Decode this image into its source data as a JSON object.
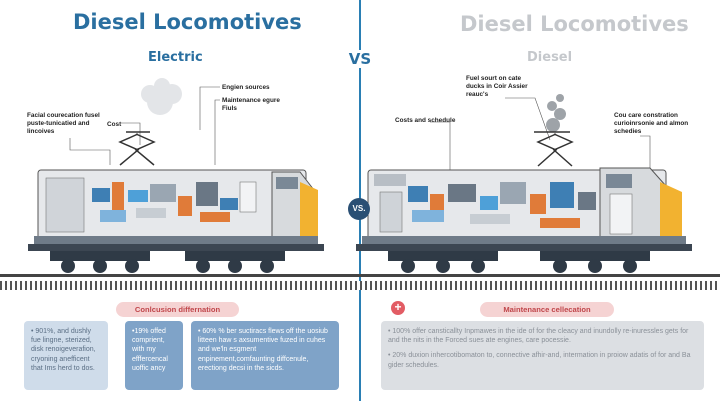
{
  "left": {
    "title": "Diesel Locomotives",
    "subtitle": "Electric",
    "annotations": {
      "facial": "Facial courecation fusel puste-tunicatied and lincoives",
      "cost": "Cost",
      "engine_sources": "Engien sources",
      "maintenance": "Maintenance egure Fiuls"
    },
    "pill": "Conlcusion differnation",
    "panels": {
      "p1": "• 901%, and dushly fue lingne, sterized, disk renoigeverafion, cryoning anefficent that Ims herd to dos.",
      "p2": "•19% offed comprient, with my efffercencal uoffic ancy",
      "p3": "• 60% % ber suctiracs flews off the uosiub litteen haw s axsumentive fuzed in cuhes and we'ln esgment enpinement,comfaunting diffcenule, erectiong decsi in the sicds."
    }
  },
  "right": {
    "title": "Diesel Locomotives",
    "subtitle": "Diesel",
    "annotations": {
      "fuel": "Fuel sourt on cate ducks in Coir Assier reauc's",
      "costs": "Costs and schedule",
      "cou": "Cou care constration curioinrsonie and almon schedies"
    },
    "plus": "+",
    "pill": "Maintenance cellecation",
    "panel": {
      "p1": "• 100% offer cansticallty Inpmawes in the ide of for the cleacy and inundolly re-inuressles gets for and the nits in the Forced sues ate engines, care pocessie.",
      "p2": "• 20% duxion inhercotibomaton to, connective afhir-and, intermation in proiow adatis of for and Ba gider schedules."
    }
  },
  "center": {
    "vs": "VS",
    "vs_badge": "VS."
  },
  "colors": {
    "accent_blue": "#2a7fb4",
    "title_left": "#2a6fa0",
    "title_right": "#c5c8cc",
    "pill_bg": "#f5d3d3",
    "pill_text": "#c0464b",
    "loco_yellow": "#f2b230"
  },
  "icons": [
    "pantograph-icon",
    "smoke-icon",
    "plus-icon"
  ]
}
